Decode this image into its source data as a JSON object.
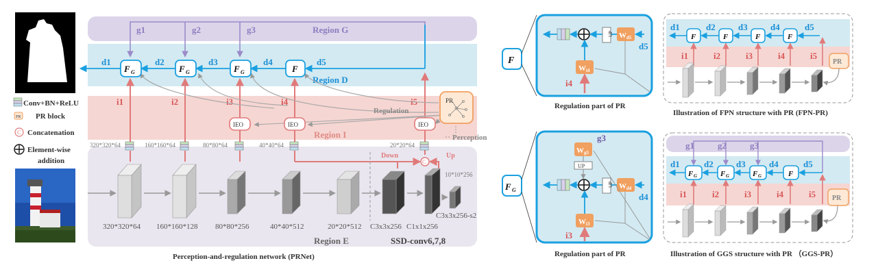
{
  "main": {
    "regions": {
      "g": "Region G",
      "d": "Region D",
      "i": "Region I",
      "e": "Region E"
    },
    "g_labels": [
      "g1",
      "g2",
      "g3"
    ],
    "d_labels": [
      "d1",
      "d2",
      "d3",
      "d4",
      "d5"
    ],
    "i_labels": [
      "i1",
      "i2",
      "i3",
      "i4",
      "i5"
    ],
    "node_fg": "F",
    "node_fg_sub": "G",
    "node_f": "F",
    "ieo": "IEO",
    "pr_node": "PR",
    "regulation": "Regulation",
    "perception": "Perception",
    "down": "Down",
    "up": "Up",
    "feature_sizes": [
      "320*320*64",
      "160*160*64",
      "80*80*64",
      "40*40*64",
      "20*20*64"
    ],
    "block_sizes": [
      "320*320*64",
      "160*160*128",
      "80*80*256",
      "40*40*512",
      "20*20*512"
    ],
    "extra_size": "10*10*256",
    "conv_labels": [
      "C3x3x256",
      "C1x1x256",
      "C3x3x256-s2"
    ],
    "ssd": "SSD-conv6,7,8",
    "caption": "Perception-and-regulation network (PRNet)"
  },
  "legend": {
    "conv": "Conv+BN+ReLU",
    "pr": "PR block",
    "pr_icon": "PR",
    "concat": "Concatenation",
    "concat_icon": "C",
    "add": "Element-wise",
    "add2": "addition"
  },
  "top_detail": {
    "f": "F",
    "w": "W",
    "w_sub_d5": "d5",
    "w_sub_i4": "i4",
    "d5": "d5",
    "i4": "i4",
    "up": "UP",
    "caption": "Regulation part of PR"
  },
  "bottom_detail": {
    "fg": "F",
    "fg_sub": "G",
    "w": "W",
    "w_sub_g5": "g5",
    "w_sub_d4": "d4",
    "w_sub_i3": "i3",
    "g3": "g3",
    "d4": "d4",
    "i3": "i3",
    "up": "UP",
    "caption": "Regulation part of PR"
  },
  "fpn": {
    "d_labels": [
      "d1",
      "d2",
      "d3",
      "d4",
      "d5"
    ],
    "i_labels": [
      "i1",
      "i2",
      "i3",
      "i4",
      "i5"
    ],
    "node": "F",
    "pr": "PR",
    "caption": "Illustration of FPN structure with PR (FPN-PR)"
  },
  "ggs": {
    "g_labels": [
      "g1",
      "g2",
      "g3"
    ],
    "d_labels": [
      "d1",
      "d2",
      "d3",
      "d4",
      "d5"
    ],
    "i_labels": [
      "i1",
      "i2",
      "i3",
      "i4",
      "i5"
    ],
    "node": "F",
    "node_sub": "G",
    "pr": "PR",
    "caption": "Illustration of GGS structure with PR （GGS-PR）"
  },
  "colors": {
    "blue": "#1aa0e0",
    "red": "#e07a7a",
    "purple": "#9b8ac9",
    "orange": "#f0a060",
    "gray_region": "#e9e6ef",
    "blue_region": "#d3eaf2",
    "red_region": "#f6d6d2",
    "purple_region": "#dcd5ea"
  }
}
